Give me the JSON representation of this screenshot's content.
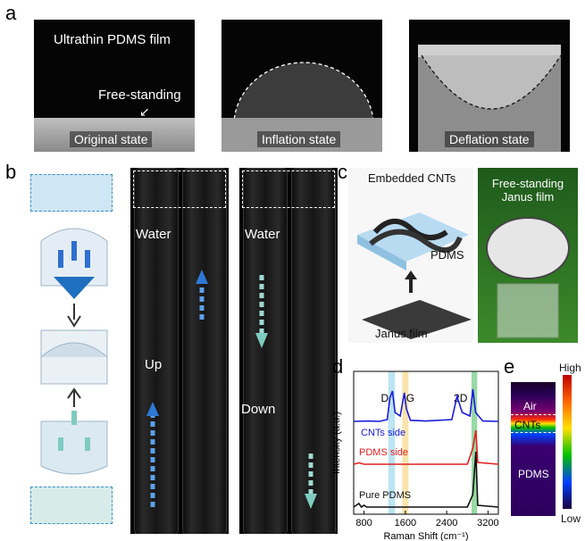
{
  "panel_labels": {
    "a": "a",
    "b": "b",
    "c": "c",
    "d": "d",
    "e": "e"
  },
  "panel_a": {
    "title": "Ultrathin PDMS film",
    "free_standing": "Free-standing",
    "states": [
      "Original state",
      "Inflation state",
      "Deflation state"
    ]
  },
  "panel_b": {
    "water1": "Water",
    "water2": "Water",
    "up": "Up",
    "down": "Down"
  },
  "panel_c": {
    "embedded_cnts": "Embedded CNTs",
    "pdms": "PDMS",
    "janus_film": "Janus film",
    "free_standing_janus": "Free-standing\nJanus film"
  },
  "panel_e": {
    "air": "Air",
    "cnts": "CNTs",
    "pdms": "PDMS",
    "high": "High",
    "low": "Low"
  },
  "colors": {
    "cnts_side": "#1a1adc",
    "pdms_side": "#e02020",
    "pure_pdms": "#111111",
    "d_band": "#9fd8ee",
    "g_band": "#f6d88a",
    "twod_band": "#7fd08f"
  },
  "chart_data": {
    "type": "line",
    "xlabel": "Raman Shift (cm⁻¹)",
    "ylabel": "Intensity (a.u.)",
    "xlim": [
      600,
      3400
    ],
    "xticks": [
      800,
      1600,
      2400,
      3200
    ],
    "band_labels": [
      "D",
      "G",
      "2D"
    ],
    "series": [
      {
        "name": "CNTs side",
        "color": "#1a1adc",
        "offset": 2.0,
        "points": [
          [
            600,
            0.05
          ],
          [
            900,
            0.06
          ],
          [
            1100,
            0.05
          ],
          [
            1250,
            0.1
          ],
          [
            1300,
            0.7
          ],
          [
            1350,
            0.9
          ],
          [
            1400,
            0.3
          ],
          [
            1500,
            0.2
          ],
          [
            1580,
            0.85
          ],
          [
            1620,
            0.4
          ],
          [
            1700,
            0.08
          ],
          [
            2000,
            0.06
          ],
          [
            2500,
            0.1
          ],
          [
            2600,
            0.75
          ],
          [
            2700,
            0.3
          ],
          [
            2850,
            0.2
          ],
          [
            2905,
            0.95
          ],
          [
            2960,
            0.3
          ],
          [
            3100,
            0.06
          ],
          [
            3400,
            0.05
          ]
        ]
      },
      {
        "name": "PDMS side",
        "color": "#e02020",
        "offset": 1.0,
        "points": [
          [
            600,
            0.05
          ],
          [
            700,
            0.09
          ],
          [
            800,
            0.05
          ],
          [
            1000,
            0.05
          ],
          [
            1300,
            0.05
          ],
          [
            1600,
            0.05
          ],
          [
            2800,
            0.05
          ],
          [
            2905,
            0.5
          ],
          [
            2965,
            1.0
          ],
          [
            3000,
            0.1
          ],
          [
            3400,
            0.05
          ]
        ]
      },
      {
        "name": "Pure PDMS",
        "color": "#111111",
        "offset": 0.0,
        "points": [
          [
            600,
            0.05
          ],
          [
            700,
            0.15
          ],
          [
            750,
            0.05
          ],
          [
            800,
            0.1
          ],
          [
            850,
            0.05
          ],
          [
            1000,
            0.05
          ],
          [
            1300,
            0.05
          ],
          [
            1600,
            0.05
          ],
          [
            2800,
            0.05
          ],
          [
            2905,
            0.4
          ],
          [
            2965,
            1.6
          ],
          [
            3000,
            0.1
          ],
          [
            3400,
            0.05
          ]
        ]
      }
    ]
  }
}
